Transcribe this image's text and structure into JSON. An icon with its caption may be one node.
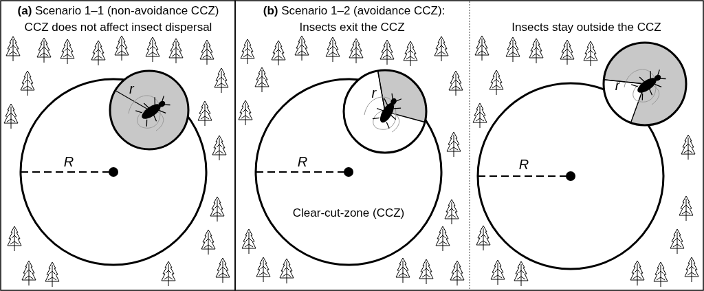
{
  "diagram": {
    "labels": [
      "**(a)** Scenario 1–1 (non-avoidance CCZ)",
      "CCZ does not affect insect dispersal",
      "**(b)** Scenario 1–2 (avoidance CCZ):",
      "Insects exit the CCZ",
      "Insects stay outside the CCZ",
      "r",
      "R",
      "r",
      "R",
      "Clear-cut-zone (CCZ)",
      "r",
      "R"
    ]
  }
}
